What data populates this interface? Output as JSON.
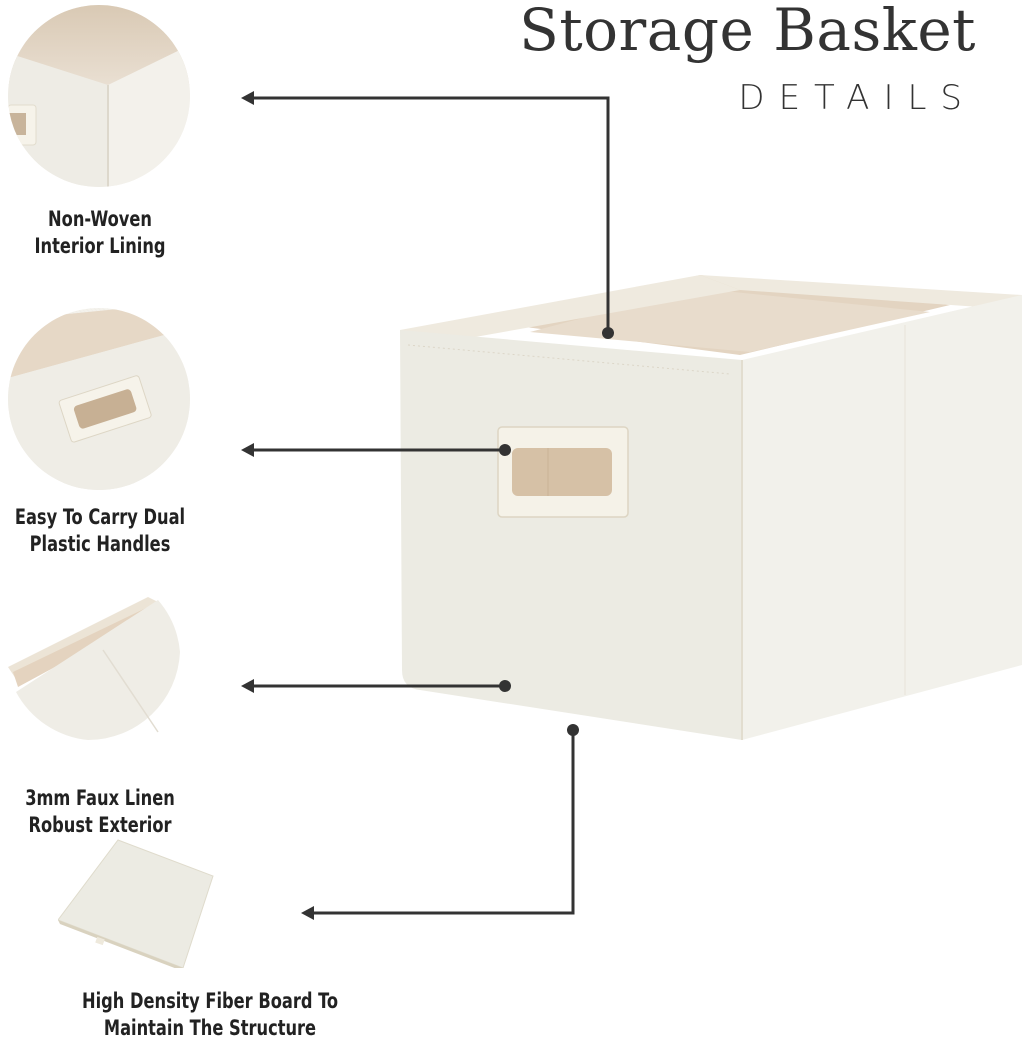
{
  "header": {
    "title": "Storage Basket",
    "subtitle": "DETAILS"
  },
  "features": [
    {
      "id": "lining",
      "label_line1": "Non-Woven",
      "label_line2": "Interior Lining",
      "image": "basket-corner-closeup"
    },
    {
      "id": "handles",
      "label_line1": "Easy To Carry Dual",
      "label_line2": "Plastic Handles",
      "image": "handle-closeup"
    },
    {
      "id": "exterior",
      "label_line1": "3mm Faux Linen",
      "label_line2": "Robust Exterior",
      "image": "rim-closeup"
    },
    {
      "id": "board",
      "label_line1": "High Density Fiber Board To",
      "label_line2": "Maintain The Structure",
      "image": "fiber-board"
    }
  ],
  "colors": {
    "text": "#222222",
    "title": "#333333",
    "line": "#333333",
    "fabric": "#efede6",
    "interior": "#e2d4c2",
    "background": "#ffffff"
  }
}
